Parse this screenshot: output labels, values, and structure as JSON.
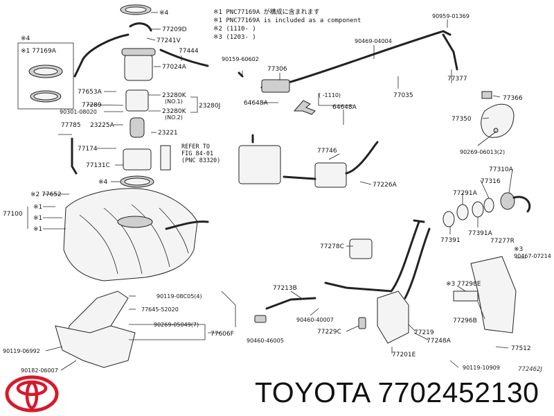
{
  "notes": [
    "※1 PNC77169A が構成に含まれます",
    "※1 PNC77169A is included as a component",
    "※2 (1110-     )",
    "※3 (1203-     )"
  ],
  "inset_note": "(     -1110)",
  "refer_text": [
    "REFER TO",
    "FIG 84-01",
    "(PNC 83320)"
  ],
  "labels": {
    "c4_top": "※4",
    "p77209D": "77209D",
    "p77241V": "77241V",
    "p77444": "77444",
    "c4_left": "※4",
    "p77169A": "※1 77169A",
    "p77024A": "77024A",
    "p77653A": "77653A",
    "p77289": "77289",
    "p90301": "90301-08020",
    "p23280K_1": "23280K",
    "p23280K_1n": "(NO.1)",
    "p23280K_2": "23280K",
    "p23280K_2n": "(NO.2)",
    "p23280J": "23280J",
    "p23225A": "23225A",
    "p23221": "23221",
    "p77785": "77785",
    "p77174": "77174",
    "p77131C": "77131C",
    "c4_mid": "※4",
    "p77652": "※2 77652",
    "p77100": "77100",
    "c1a": "※1",
    "c1b": "※1",
    "c1c": "※1",
    "p90159": "90159-60602",
    "p77306": "77306",
    "p64648A": "64648A",
    "p64648A_r": "64648A",
    "p90469": "90469-04004",
    "p90959": "90959-01369",
    "p77035": "77035",
    "p77377": "77377",
    "p77366": "77366",
    "p77350": "77350",
    "p90269_06013": "90269-06013(2)",
    "p77746": "77746",
    "p77226A": "77226A",
    "p77310A": "77310A",
    "p77316": "77316",
    "p77291A": "77291A",
    "p77391A": "77391A",
    "p77391": "77391",
    "p77278C": "77278C",
    "p77277R": "77277R",
    "c3": "※3",
    "p90467": "90467-07214",
    "p77298E": "※3 77298E",
    "p77213B": "77213B",
    "p90119_08C05": "90119-08C05(4)",
    "p77645": "77645-52020",
    "p90269_05049": "90269-05049(7)",
    "p77606F": "77606F",
    "p90460_40007": "90460-40007",
    "p77229C": "77229C",
    "p77219": "77219",
    "p77248A": "77248A",
    "p77296B": "77296B",
    "p90460_46005": "90460-46005",
    "p77201E": "77201E",
    "p77512": "77512",
    "p90119_06992": "90119-06992",
    "p90182": "90182-06007",
    "p90119_10909": "90119-10909"
  },
  "figure_code": "772462J",
  "brand": "TOYOTA",
  "part_number": "7702452130",
  "colors": {
    "ink": "#111111",
    "logo_red": "#d8192a",
    "part_fill": "#f4f4f4",
    "shade": "#cfcfcf"
  }
}
